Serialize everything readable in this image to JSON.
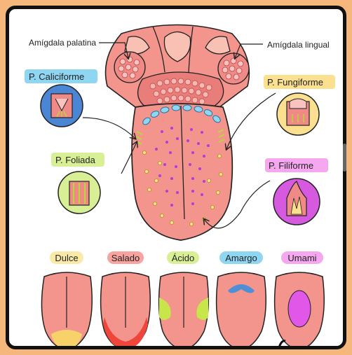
{
  "labels": {
    "amigdala_palatina": "Amígdala palatina",
    "amigdala_lingual": "Amígdala lingual",
    "p_caliciforme": "P. Caliciforme",
    "p_fungiforme": "P. Fungiforme",
    "p_foliada": "P. Foliada",
    "p_filiforme": "P. Filiforme"
  },
  "tastes": [
    {
      "label": "Dulce",
      "color": "#f7d26a"
    },
    {
      "label": "Salado",
      "color": "#f0453a"
    },
    {
      "label": "Ácido",
      "color": "#c8e649"
    },
    {
      "label": "Amargo",
      "color": "#4f8fd6"
    },
    {
      "label": "Umami",
      "color": "#e158e8"
    }
  ],
  "colors": {
    "tongue": "#f4958d",
    "tongue_dark": "#e88077",
    "caliciforme_tag": "#8fd6f2",
    "fungiforme_tag": "#fbe08f",
    "foliada_tag": "#d8ef95",
    "filiforme_tag": "#f5a8f0",
    "background": "#f6b77d"
  }
}
